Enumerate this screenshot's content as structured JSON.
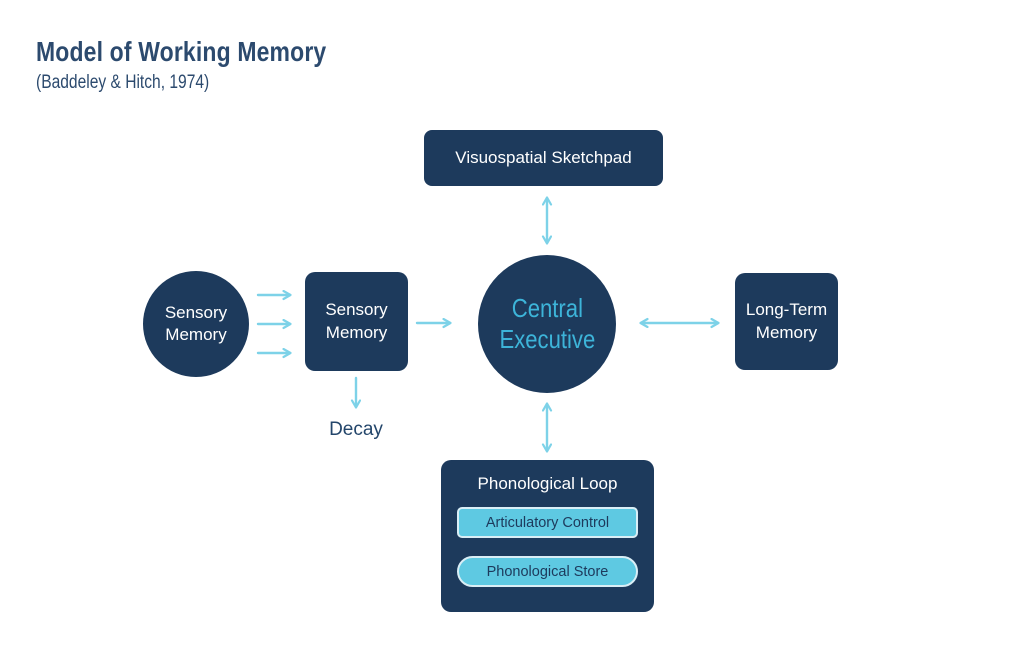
{
  "title": {
    "text": "Model of Working Memory",
    "subtitle": "(Baddeley & Hitch, 1974)"
  },
  "nodes": {
    "visuospatial": {
      "label": "Visuospatial Sketchpad"
    },
    "central_executive": {
      "label": "Central\nExecutive"
    },
    "sensory_circle": {
      "label": "Sensory\nMemory"
    },
    "sensory_box": {
      "label": "Sensory\nMemory"
    },
    "long_term": {
      "label": "Long-Term\nMemory"
    },
    "phonological_loop": {
      "label": "Phonological Loop",
      "articulatory_control": "Articulatory Control",
      "phonological_store": "Phonological Store"
    },
    "decay": {
      "label": "Decay"
    }
  },
  "colors": {
    "navy": "#1d3a5c",
    "arrow_blue": "#7dd2e8",
    "chip_fill": "#5ec9e2",
    "chip_border": "#d9eef6",
    "central_text_blue": "#3db4d9",
    "title_navy": "#2c4a6e"
  }
}
